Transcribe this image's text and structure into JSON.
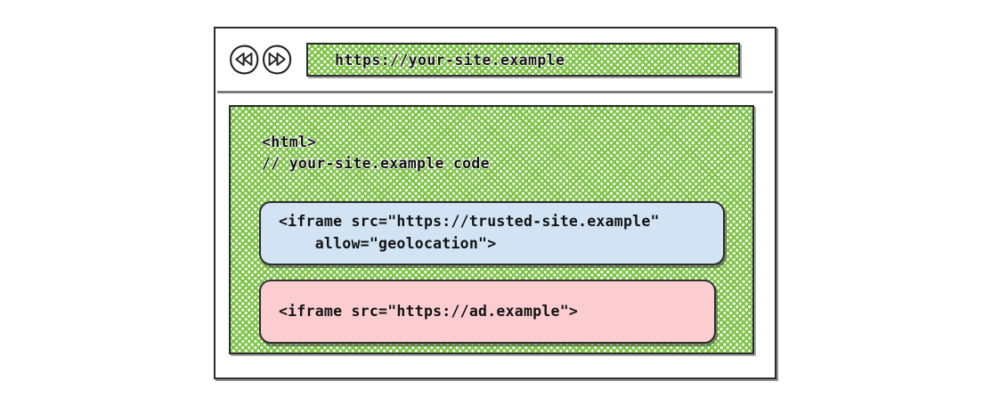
{
  "browser": {
    "toolbar": {
      "back_button": {
        "label": "Back",
        "icon": "rewind-double-left-icon"
      },
      "forward_button": {
        "label": "Forward",
        "icon": "fast-forward-double-right-icon"
      },
      "url_bar": {
        "value": "https://your-site.example",
        "placeholder": "https://your-site.example"
      }
    },
    "content": {
      "page_code": "<html>\n// your-site.example code",
      "page_code_lines": [
        "<html>",
        "// your-site.example code"
      ],
      "iframes": [
        {
          "id": "trusted",
          "code": "<iframe src=\"https://trusted-site.example\"\n    allow=\"geolocation\">",
          "code_lines": [
            "<iframe src=\"https://trusted-site.example\"",
            "    allow=\"geolocation\">"
          ],
          "src": "https://trusted-site.example",
          "allow": "geolocation",
          "fill_color": "#d2e3f4"
        },
        {
          "id": "ad",
          "code": "<iframe src=\"https://ad.example\">",
          "code_lines": [
            "<iframe src=\"https://ad.example\">"
          ],
          "src": "https://ad.example",
          "fill_color": "#fbcdd1"
        }
      ]
    }
  },
  "colors": {
    "hatch_green": "#7ac142",
    "trusted_blue": "#d2e3f4",
    "ad_pink": "#fbcdd1",
    "ink": "#2b2b2b",
    "page_background": "#ffffff"
  }
}
